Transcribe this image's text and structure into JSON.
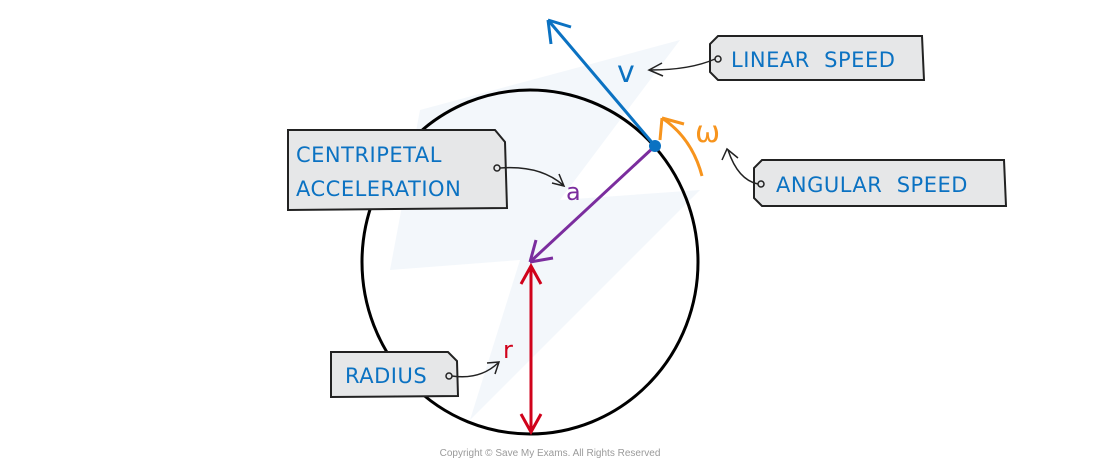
{
  "diagram": {
    "title": "Circular motion quantities",
    "labels": {
      "linear_speed": "LINEAR  SPEED",
      "angular_speed": "ANGULAR  SPEED",
      "centripetal_line1": "CENTRIPETAL",
      "centripetal_line2": "ACCELERATION",
      "radius": "RADIUS"
    },
    "symbols": {
      "linear_speed": "v",
      "angular_speed": "ω",
      "centripetal_acceleration": "a",
      "radius": "r"
    },
    "colors": {
      "velocity": "#0b72c2",
      "angular": "#f7941d",
      "acceleration": "#7b2d9e",
      "radius": "#d0021b",
      "circle": "#000000",
      "tag_fill": "#e6e7e8",
      "label_text": "#0b72c2"
    },
    "copyright": "Copyright © Save My Exams. All Rights Reserved"
  }
}
